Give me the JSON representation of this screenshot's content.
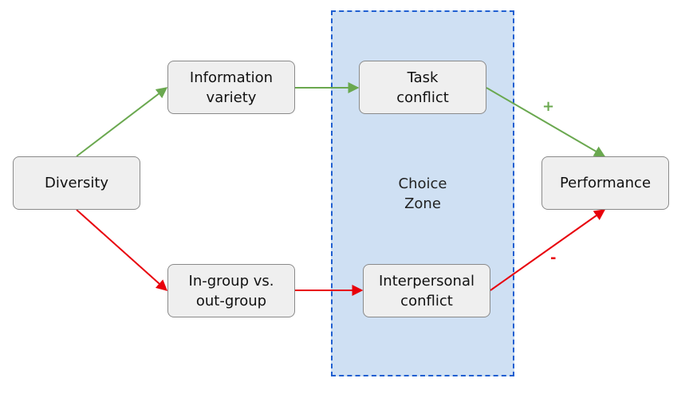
{
  "zone": {
    "label": "Choice\nZone"
  },
  "nodes": {
    "diversity": "Diversity",
    "information_variety": "Information\nvariety",
    "task_conflict": "Task\nconflict",
    "ingroup_outgroup": "In-group vs.\nout-group",
    "interpersonal_conflict": "Interpersonal\nconflict",
    "performance": "Performance"
  },
  "edge_labels": {
    "positive": "+",
    "negative": "-"
  },
  "colors": {
    "positive_path": "#6aa84f",
    "negative_path": "#e8000b",
    "zone_fill": "#cfe0f3",
    "zone_border": "#1f5fd1"
  }
}
